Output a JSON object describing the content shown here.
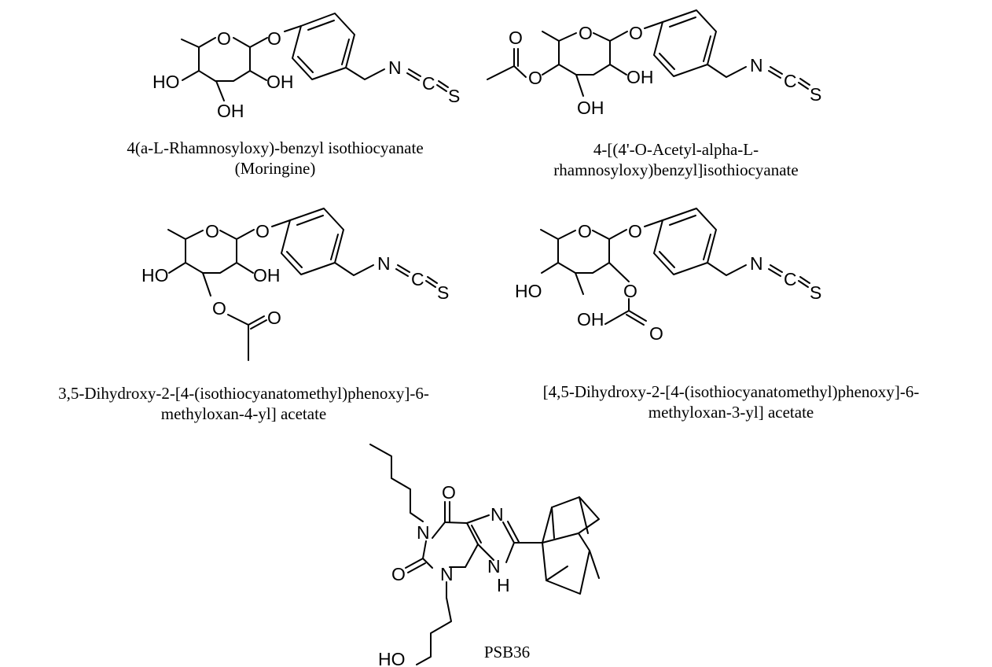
{
  "compounds": [
    {
      "name_line1": "4(a-L-Rhamnosyloxy)-benzyl isothiocyanate",
      "name_line2": "(Moringine)"
    },
    {
      "name_line1": "4-[(4'-O-Acetyl-alpha-L-",
      "name_line2": "rhamnosyloxy)benzyl]isothiocyanate"
    },
    {
      "name_line1": "3,5-Dihydroxy-2-[4-(isothiocyanatomethyl)phenoxy]-6-",
      "name_line2": "methyloxan-4-yl] acetate"
    },
    {
      "name_line1": "[4,5-Dihydroxy-2-[4-(isothiocyanatomethyl)phenoxy]-6-",
      "name_line2": "methyloxan-3-yl] acetate"
    },
    {
      "name_line1": "PSB36"
    }
  ],
  "atoms": {
    "O": "O",
    "N": "N",
    "C": "C",
    "S": "S",
    "H": "H",
    "HO": "HO",
    "OH": "OH"
  }
}
